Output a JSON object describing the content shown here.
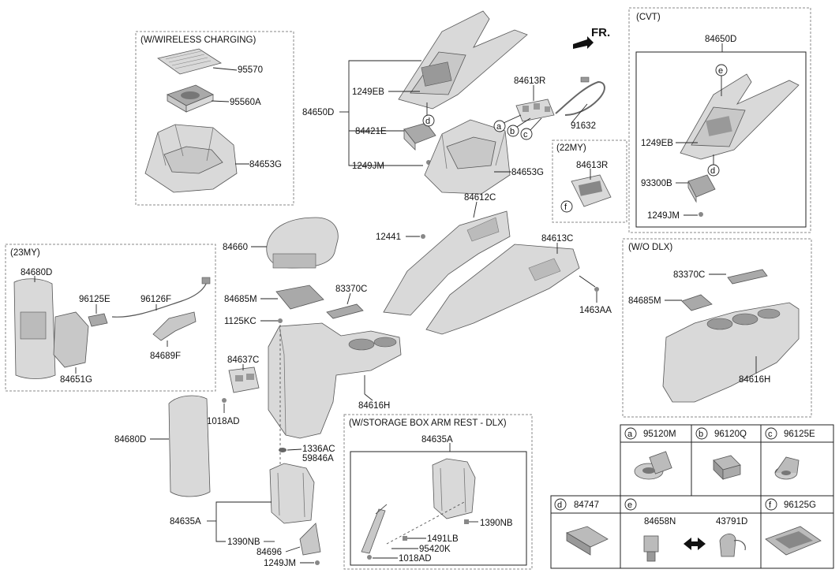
{
  "direction_label": "FR.",
  "sections": {
    "wireless": "(W/WIRELESS CHARGING)",
    "cvt": "(CVT)",
    "my22": "(22MY)",
    "my23": "(23MY)",
    "wodlx": "(W/O DLX)",
    "storage": "(W/STORAGE BOX ARM REST - DLX)"
  },
  "labels": {
    "p95570": "95570",
    "p95560a": "95560A",
    "p84653g_a": "84653G",
    "p84650d": "84650D",
    "p1249eb": "1249EB",
    "p84421e": "84421E",
    "p1249jm": "1249JM",
    "p84613r": "84613R",
    "p91632": "91632",
    "p84653g_b": "84653G",
    "p84613r_b": "84613R",
    "p84650d_cvt": "84650D",
    "p1249eb_cvt": "1249EB",
    "p93300b": "93300B",
    "p1249jm_cvt": "1249JM",
    "p84612c": "84612C",
    "p12441": "12441",
    "p84613c": "84613C",
    "p1463aa": "1463AA",
    "p84660": "84660",
    "p84685m": "84685M",
    "p83370c": "83370C",
    "p1125kc": "1125KC",
    "p84637c": "84637C",
    "p1018ad": "1018AD",
    "p84616h": "84616H",
    "p84680d_a": "84680D",
    "p96125e": "96125E",
    "p96126f": "96126F",
    "p84689f": "84689F",
    "p84651g": "84651G",
    "p84680d_b": "84680D",
    "p1336ac": "1336AC",
    "p59846a": "59846A",
    "p84635a": "84635A",
    "p1390nb": "1390NB",
    "p84696": "84696",
    "p1249jm_b": "1249JM",
    "p84635a_s": "84635A",
    "p1390nb_s": "1390NB",
    "p1491lb": "1491LB",
    "p95420k": "95420K",
    "p1018ad_s": "1018AD",
    "p83370c_w": "83370C",
    "p84685m_w": "84685M",
    "p84616h_w": "84616H"
  },
  "callouts": {
    "a": "a",
    "b": "b",
    "c": "c",
    "d": "d",
    "e": "e",
    "f": "f"
  },
  "legend": {
    "a": {
      "key": "a",
      "part": "95120M"
    },
    "b": {
      "key": "b",
      "part": "96120Q"
    },
    "c": {
      "key": "c",
      "part": "96125E"
    },
    "d": {
      "key": "d",
      "part": "84747"
    },
    "e": {
      "key": "e",
      "part1": "84658N",
      "part2": "43791D"
    },
    "f": {
      "key": "f",
      "part": "96125G"
    }
  }
}
